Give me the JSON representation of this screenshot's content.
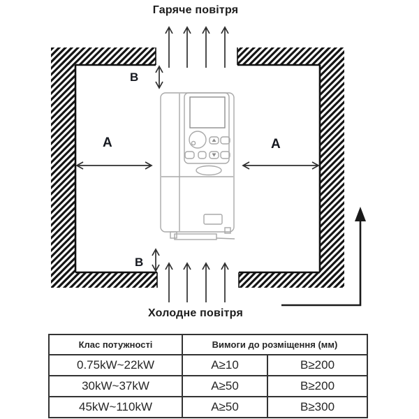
{
  "title_labels": {
    "hot_air": "Гаряче повітря",
    "cold_air": "Холодне повітря"
  },
  "clearance_labels": {
    "a_left": "A",
    "a_right": "A",
    "b_top": "B",
    "b_bottom": "B"
  },
  "table": {
    "header_power_class": "Клас потужності",
    "header_requirements": "Вимоги до розміщення (мм)",
    "rows": [
      {
        "power_class": "0.75kW~22kW",
        "a": "A≥10",
        "b": "B≥200"
      },
      {
        "power_class": "30kW~37kW",
        "a": "A≥50",
        "b": "B≥200"
      },
      {
        "power_class": "45kW~110kW",
        "a": "A≥50",
        "b": "B≥300"
      }
    ]
  },
  "colors": {
    "ink": "#1f1f1f",
    "wall_hatch": "#141414",
    "arrow": "#2f2f2f",
    "device_outline": "#a9a9a9",
    "table_border": "#333333"
  }
}
